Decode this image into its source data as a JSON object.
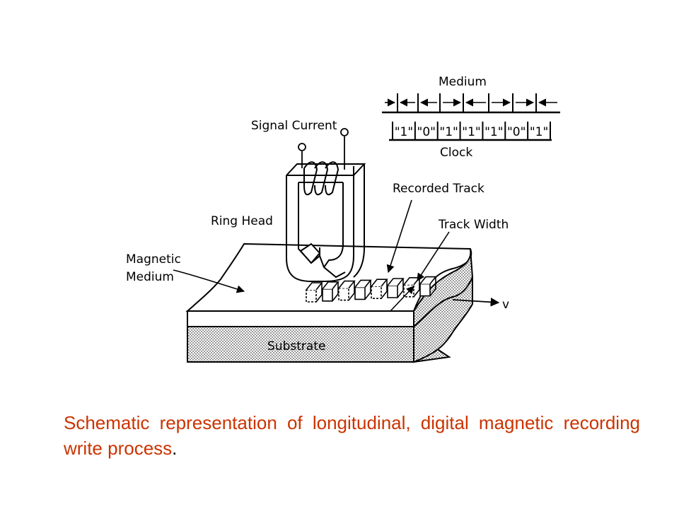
{
  "labels": {
    "medium": "Medium",
    "clock": "Clock",
    "signal_current": "Signal Current",
    "recorded_track": "Recorded Track",
    "ring_head": "Ring Head",
    "track_width": "Track Width",
    "magnetic_medium_line1": "Magnetic",
    "magnetic_medium_line2": "Medium",
    "velocity": "v",
    "substrate": "Substrate"
  },
  "bits": [
    "\"1\"",
    "\"0\"",
    "\"1\"",
    "\"1\"",
    "\"1\"",
    "\"0\"",
    "\"1\""
  ],
  "magnetization_arrows": [
    "right",
    "left",
    "left",
    "right",
    "left",
    "right",
    "right",
    "left"
  ],
  "caption": {
    "text": "Schematic representation of longitudinal, digital magnetic recording write process",
    "end_mark": "."
  }
}
